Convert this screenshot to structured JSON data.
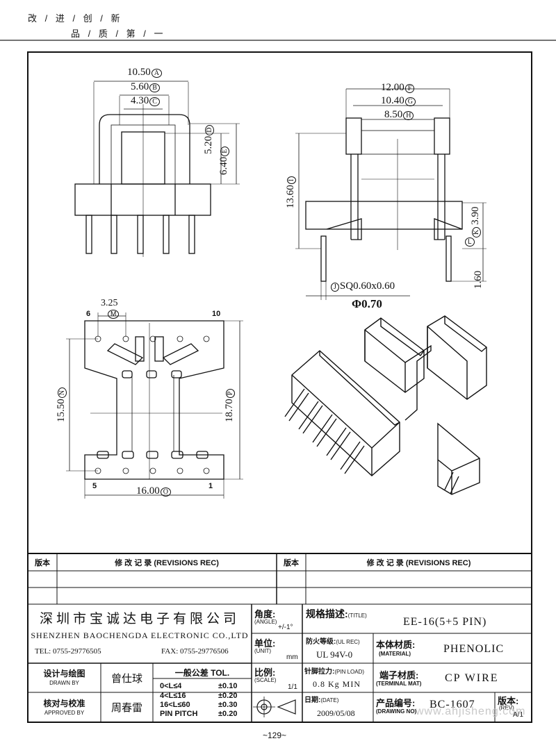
{
  "header": {
    "slogan_line1": "改 / 进 / 创 / 新",
    "slogan_line2": "品 / 质 / 第 / 一"
  },
  "dimensions": {
    "top_view": [
      "10.50",
      "5.60",
      "4.30",
      "5.20",
      "6.40"
    ],
    "top_view_circles": [
      "A",
      "B",
      "C",
      "D",
      "E"
    ],
    "side_view": [
      "12.00",
      "10.40",
      "8.50",
      "13.60",
      "3.90",
      "1.60"
    ],
    "side_view_circles": [
      "F",
      "G",
      "H",
      "I",
      "K",
      "L"
    ],
    "pin_note": "SQ0.60x0.60",
    "pin_note_circle": "J",
    "pin_phi": "Φ0.70",
    "bottom_view": [
      "3.25",
      "15.50",
      "18.70",
      "16.00"
    ],
    "bottom_view_circles": [
      "M",
      "N",
      "P",
      "O"
    ],
    "pin_labels": [
      "6",
      "10",
      "5",
      "1"
    ]
  },
  "revisions": {
    "col_ver": "版本",
    "col_rec": "修 改 记 录 (REVISIONS REC)"
  },
  "company": {
    "name_cn": "深圳市宝诚达电子有限公司",
    "name_en": "SHENZHEN BAOCHENGDA ELECTRONIC CO.,LTD",
    "tel": "TEL: 0755-29776505",
    "fax": "FAX: 0755-29776506"
  },
  "titleblock": {
    "angle_label": "角度:",
    "angle_en": "(ANGLE)",
    "angle_value": "+/-1°",
    "unit_label": "单位:",
    "unit_en": "(UNIT)",
    "unit_value": "mm",
    "scale_label": "比例:",
    "scale_en": "(SCALE)",
    "scale_value": "1/1",
    "title_label": "规格描述:",
    "title_en": "(TITLE)",
    "title_value": "EE-16(5+5 PIN)",
    "ul_label": "防火等级:",
    "ul_en": "(UL REC)",
    "ul_value": "UL 94V-0",
    "material_label": "本体材质:",
    "material_en": "(MATERIAL)",
    "material_value": "PHENOLIC",
    "pinload_label": "针脚拉力:",
    "pinload_en": "(PIN LOAD)",
    "pinload_value": "0.8 Kg MIN",
    "terminal_label": "端子材质:",
    "terminal_en": "(TERMINAL MAT)",
    "terminal_value": "CP WIRE",
    "date_label": "日期:",
    "date_en": "(DATE)",
    "date_value": "2009/05/08",
    "drawno_label": "产品编号:",
    "drawno_en": "(DRAWING NO)",
    "drawno_value": "BC-1607",
    "rev_label": "版本:",
    "rev_en": "(REV)",
    "rev_value": "A/1",
    "drawn_label": "设计与绘图",
    "drawn_en": "DRAWN BY",
    "drawn_name": "曾仕球",
    "approved_label": "核对与校准",
    "approved_en": "APPROVED BY",
    "approved_name": "周春雷",
    "tol_title": "一般公差 TOL.",
    "tol_rows": [
      {
        "range": "0<L≤4",
        "value": "±0.10"
      },
      {
        "range": "4<L≤16",
        "value": "±0.20"
      },
      {
        "range": "16<L≤60",
        "value": "±0.30"
      },
      {
        "range": "PIN PITCH",
        "value": "±0.20"
      }
    ]
  },
  "watermark": "www.ahjisheng.com",
  "page_number": "~129~"
}
